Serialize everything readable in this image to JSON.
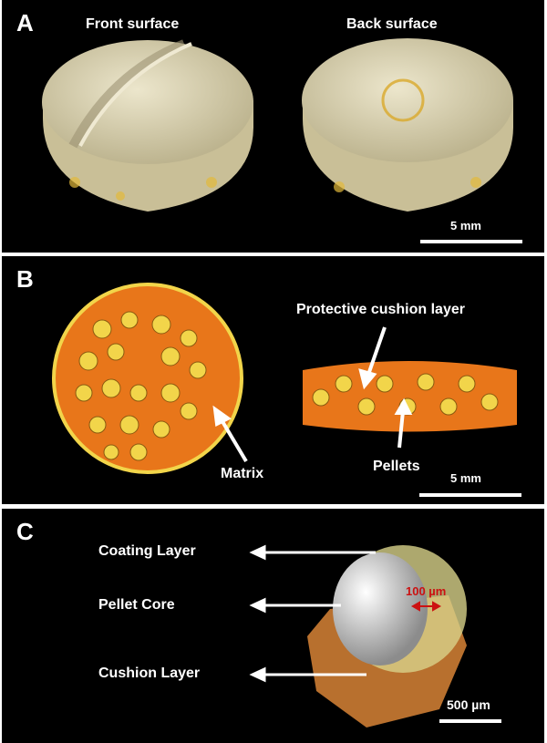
{
  "panels": {
    "A": {
      "letter": "A",
      "front_label": "Front surface",
      "back_label": "Back surface",
      "scale_label": "5 mm"
    },
    "B": {
      "letter": "B",
      "cushion_label": "Protective cushion layer",
      "matrix_label": "Matrix",
      "pellets_label": "Pellets",
      "scale_label": "5 mm"
    },
    "C": {
      "letter": "C",
      "coating_label": "Coating Layer",
      "core_label": "Pellet Core",
      "cushion_label": "Cushion Layer",
      "thickness_label": "100 µm",
      "scale_label": "500 µm"
    }
  },
  "colors": {
    "background": "#000000",
    "tablet": "#d9d2b4",
    "matrix_orange": "#e8761a",
    "pellet_yellow": "#f2d54a",
    "core_silver": "#d8d8d8",
    "cushion_brown": "#b8702e",
    "thickness_red": "#cc1111"
  }
}
